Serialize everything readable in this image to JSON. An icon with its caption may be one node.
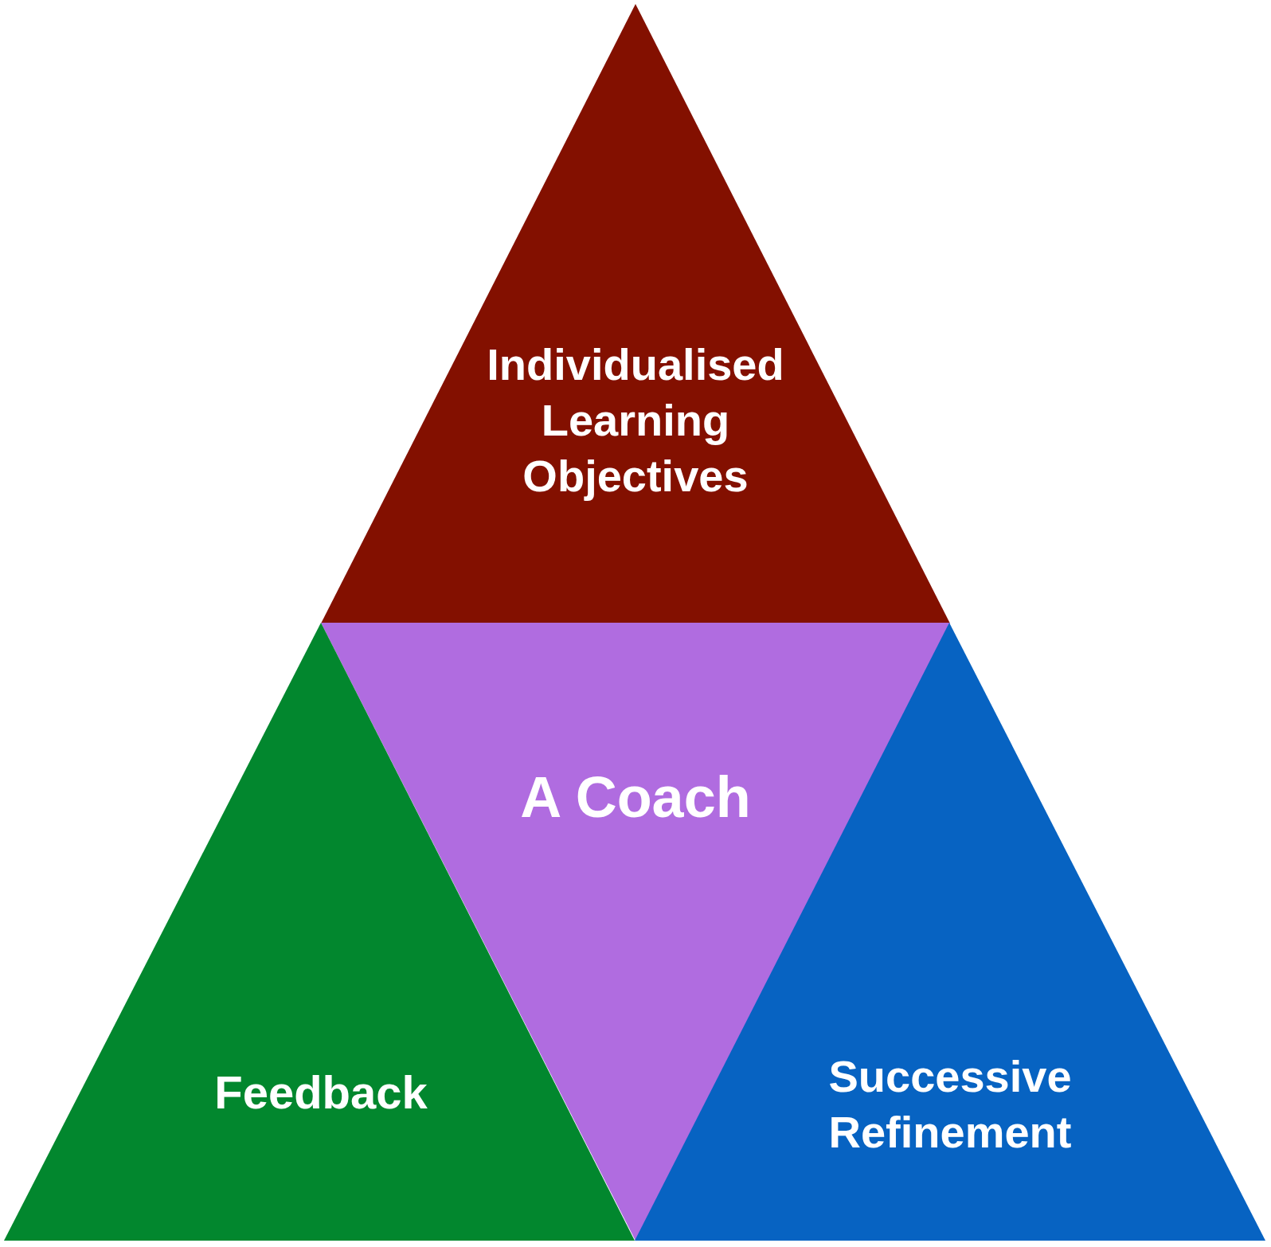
{
  "diagram": {
    "nodes": [
      {
        "text": [
          "Individualised Learning Objectives"
        ]
      },
      {
        "text": [
          "A Coach"
        ]
      },
      {
        "text": [
          "Feedback"
        ]
      },
      {
        "text": [
          "Successive Refinement"
        ]
      }
    ],
    "edges": []
  }
}
